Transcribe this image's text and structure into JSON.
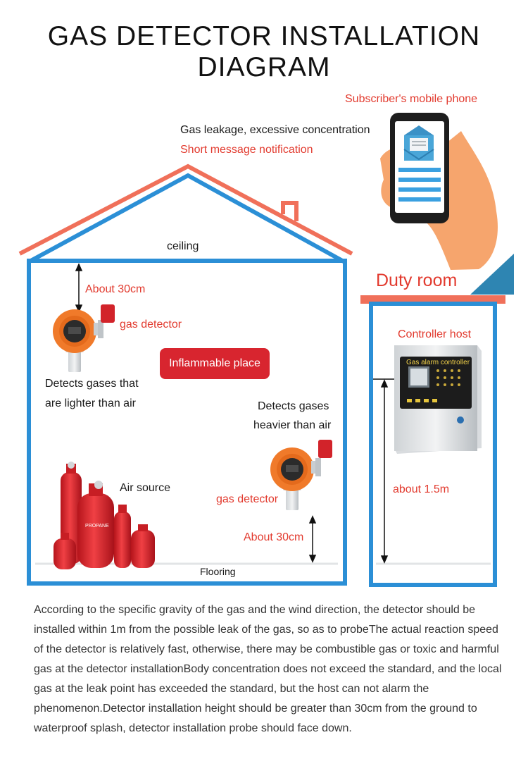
{
  "title": "GAS DETECTOR INSTALLATION DIAGRAM",
  "notification": {
    "line1": "Gas leakage, excessive concentration",
    "line2": "Short message notification",
    "phone_label": "Subscriber's mobile phone"
  },
  "house": {
    "ceiling": "ceiling",
    "top_gap": "About 30cm",
    "top_detector": "gas detector",
    "lighter_line1": "Detects gases that",
    "lighter_line2": "are lighter than air",
    "zone": "Inflammable place",
    "heavier_line1": "Detects gases",
    "heavier_line2": "heavier than air",
    "air_source": "Air source",
    "bottom_detector": "gas detector",
    "bottom_gap": "About 30cm",
    "flooring": "Flooring"
  },
  "duty_room": {
    "title": "Duty room",
    "controller": "Controller host",
    "screen_text": "Gas alarm controller",
    "height": "about 1.5m"
  },
  "cylinder_text": "PROPANE",
  "description": "According to the specific gravity of the gas and the wind direction, the detector should be installed within 1m from the possible leak of the gas, so as to probeThe actual reaction speed of the detector is relatively fast, otherwise, there may be combustible gas or toxic and harmful gas at the detector installationBody concentration does not exceed the standard, and the local gas at the leak point has exceeded the standard, but the host can not alarm the phenomenon.Detector installation height should be greater than 30cm from the ground to waterproof splash, detector installation probe should face down.",
  "colors": {
    "roof_outer": "#f0705a",
    "roof_inner": "#2b8fd6",
    "wall": "#2b8fd6",
    "accent_red": "#e23a2e",
    "pill": "#d8252f",
    "detector_orange": "#f07a2a",
    "cylinder_red": "#e0262c"
  },
  "icons": [
    "mobile-phone-icon",
    "hand-icon",
    "envelope-icon",
    "gas-detector-icon",
    "gas-cylinder-icon",
    "controller-host-icon"
  ]
}
